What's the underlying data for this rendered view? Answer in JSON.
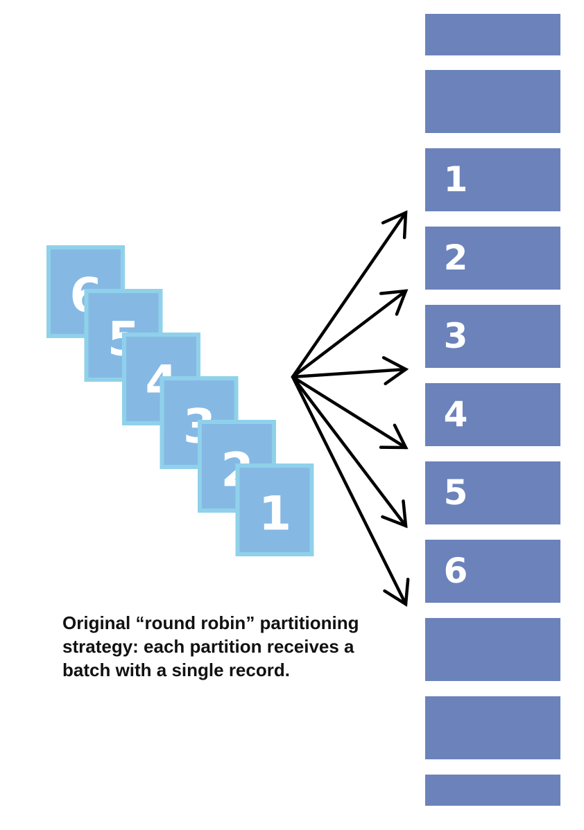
{
  "colors": {
    "card_fill": "#85b9e4",
    "card_border": "#8fd1ea",
    "partition_fill": "#6b82bb",
    "arrow": "#000000",
    "text": "#111111"
  },
  "cards": [
    "6",
    "5",
    "4",
    "3",
    "2",
    "1"
  ],
  "partitions": [
    "",
    "",
    "1",
    "2",
    "3",
    "4",
    "5",
    "6",
    "",
    "",
    ""
  ],
  "arrows": [
    {
      "from": "batch",
      "to_partition": "1"
    },
    {
      "from": "batch",
      "to_partition": "2"
    },
    {
      "from": "batch",
      "to_partition": "3"
    },
    {
      "from": "batch",
      "to_partition": "4"
    },
    {
      "from": "batch",
      "to_partition": "5"
    },
    {
      "from": "batch",
      "to_partition": "6"
    }
  ],
  "caption": "Original “round robin” partitioning strategy: each partition receives a batch with a single record."
}
